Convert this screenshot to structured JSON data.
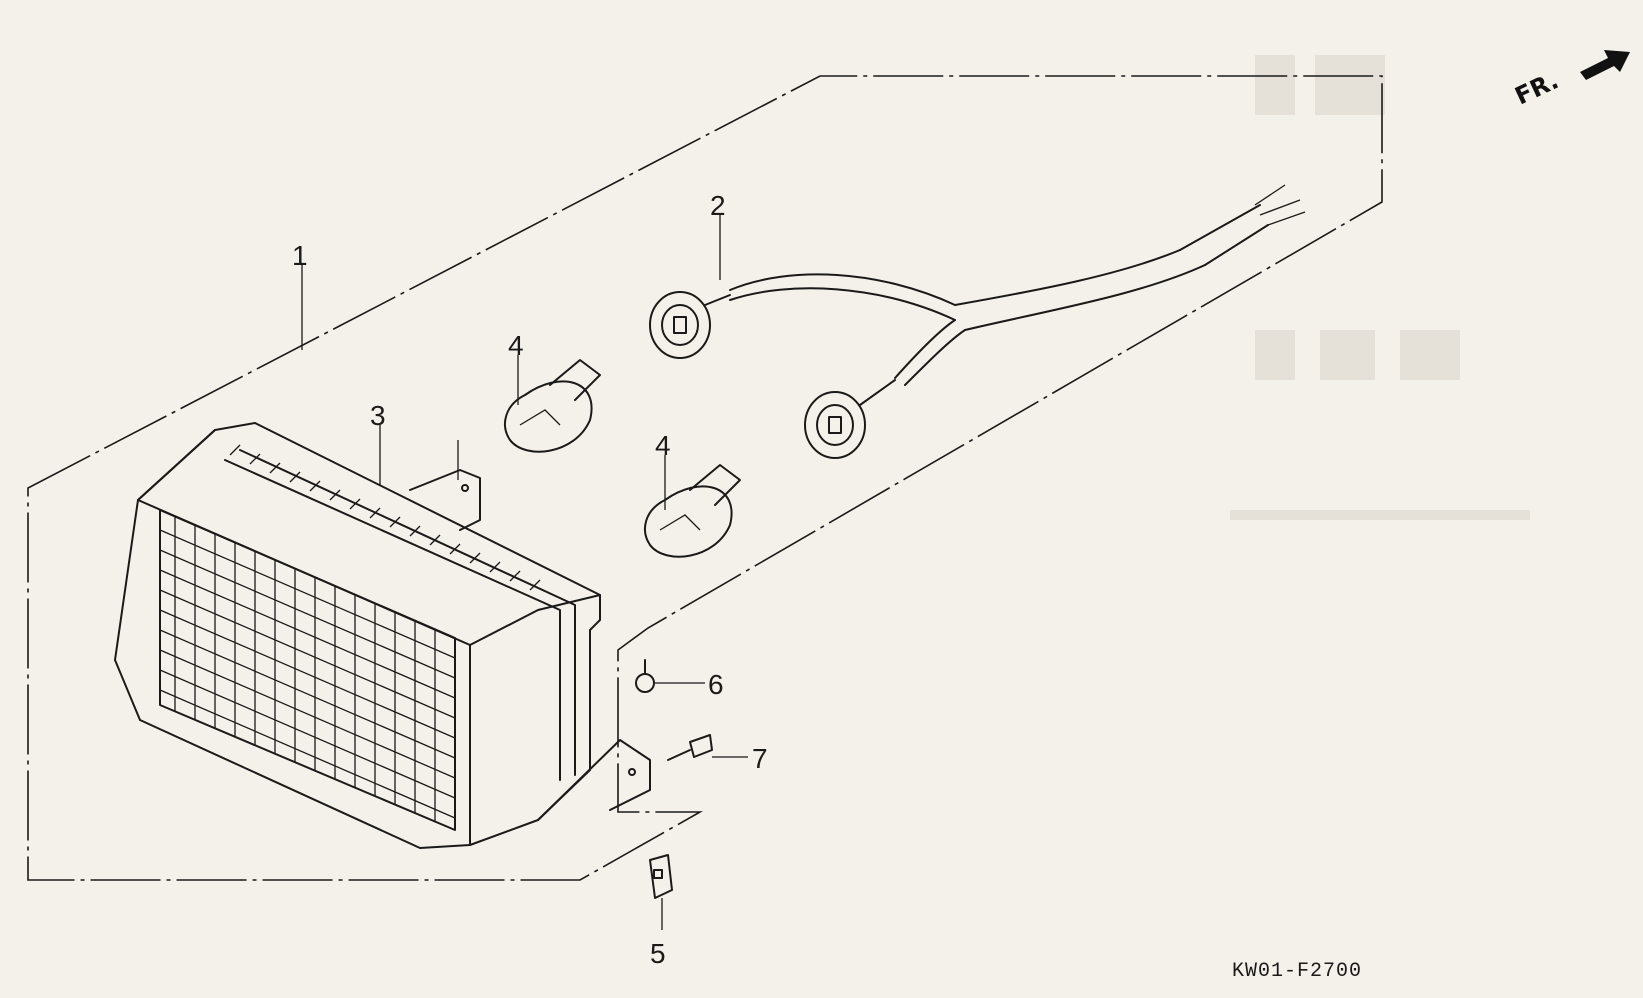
{
  "diagram": {
    "drawing_code": "KW01-F2700",
    "direction_label": "FR.",
    "callouts": [
      {
        "id": "1",
        "label": "1"
      },
      {
        "id": "2",
        "label": "2"
      },
      {
        "id": "3",
        "label": "3"
      },
      {
        "id": "4a",
        "label": "4"
      },
      {
        "id": "4b",
        "label": "4"
      },
      {
        "id": "5",
        "label": "5"
      },
      {
        "id": "6",
        "label": "6"
      },
      {
        "id": "7",
        "label": "7"
      }
    ],
    "colors": {
      "paper": "#f4f1ea",
      "ink": "#1a1a1a"
    }
  }
}
